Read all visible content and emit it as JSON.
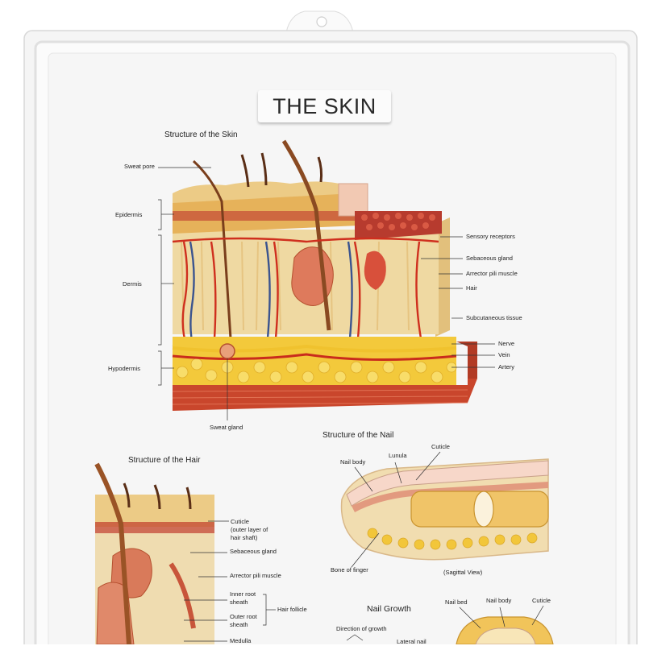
{
  "title": "THE SKIN",
  "sections": {
    "skin": "Structure of the Skin",
    "hair": "Structure of the Hair",
    "nail": "Structure of the Nail",
    "nail_growth": "Nail Growth"
  },
  "skin_labels": {
    "sweat_pore": "Sweat pore",
    "epidermis": "Epidermis",
    "dermis": "Dermis",
    "hypodermis": "Hypodermis",
    "sweat_gland": "Sweat gland",
    "sensory_receptors": "Sensory receptors",
    "sebaceous_gland": "Sebaceous gland",
    "arrector_pili_muscle": "Arrector pili muscle",
    "hair": "Hair",
    "subcutaneous_tissue": "Subcutaneous tissue",
    "nerve": "Nerve",
    "vein": "Vein",
    "artery": "Artery"
  },
  "hair_labels": {
    "cuticle_line1": "Cuticle",
    "cuticle_line2": "(outer layer of",
    "cuticle_line3": "hair shaft)",
    "sebaceous_gland": "Sebaceous gland",
    "arrector_pili_muscle": "Arrector pili muscle",
    "inner_root_line1": "Inner root",
    "inner_root_line2": "sheath",
    "outer_root_line1": "Outer root",
    "outer_root_line2": "sheath",
    "hair_follicle": "Hair follicle",
    "medulla": "Medulla"
  },
  "nail_labels": {
    "nail_body": "Nail body",
    "lunula": "Lunula",
    "cuticle": "Cuticle",
    "bone_of_finger": "Bone of finger",
    "sagittal_view": "(Sagittal View)"
  },
  "growth_labels": {
    "nail_bed": "Nail bed",
    "nail_body": "Nail body",
    "cuticle": "Cuticle",
    "direction_of_growth": "Direction of growth",
    "lateral_nail": "Lateral nail"
  },
  "colors": {
    "board": "#f7f7f7",
    "frame": "#ffffff",
    "epidermis": "#e7b45e",
    "dermis": "#efd9a2",
    "fat": "#f2c63a",
    "muscle": "#c9462c",
    "artery": "#d0301f",
    "vein": "#35508a",
    "nerve": "#f1c23a"
  }
}
